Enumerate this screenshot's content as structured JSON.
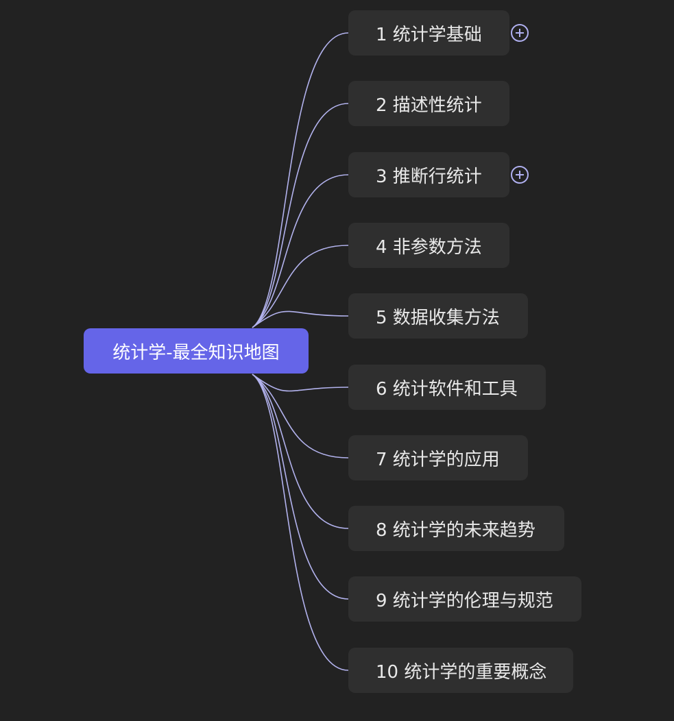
{
  "mindmap": {
    "root": {
      "label": "统计学-最全知识地图",
      "color": "#6565e8"
    },
    "line_color": "#b3b3ee",
    "node_color": "#2f2f2f",
    "background": "#222222",
    "children": [
      {
        "label": "1 统计学基础",
        "collapsed": true
      },
      {
        "label": "2 描述性统计",
        "collapsed": false
      },
      {
        "label": "3 推断行统计",
        "collapsed": true
      },
      {
        "label": "4 非参数方法",
        "collapsed": false
      },
      {
        "label": "5 数据收集方法",
        "collapsed": false
      },
      {
        "label": "6 统计软件和工具",
        "collapsed": false
      },
      {
        "label": "7 统计学的应用",
        "collapsed": false
      },
      {
        "label": "8 统计学的未来趋势",
        "collapsed": false
      },
      {
        "label": "9 统计学的伦理与规范",
        "collapsed": false
      },
      {
        "label": "10 统计学的重要概念",
        "collapsed": false
      }
    ],
    "expand_icon": "plus-circle-icon"
  }
}
